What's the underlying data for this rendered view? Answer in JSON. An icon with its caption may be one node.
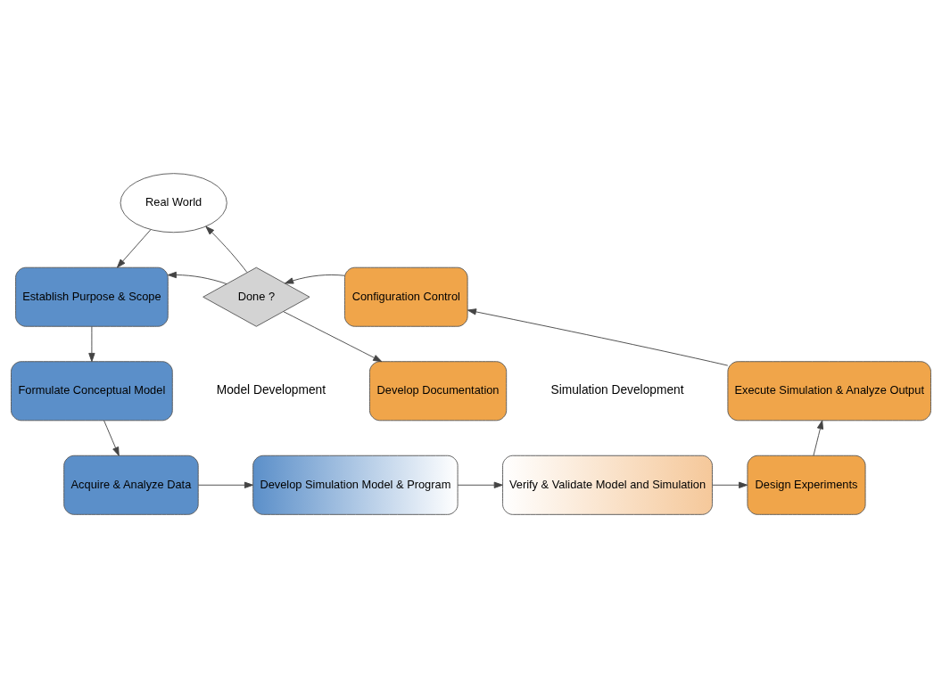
{
  "diagram": {
    "nodes": [
      {
        "text": [
          "Real World"
        ]
      },
      {
        "text": [
          "Establish Purpose & Scope"
        ]
      },
      {
        "text": [
          "Formulate Conceptual Model"
        ]
      },
      {
        "text": [
          "Acquire & Analyze Data"
        ]
      },
      {
        "text": [
          "Develop Simulation Model & Program"
        ]
      },
      {
        "text": [
          "Verify & Validate Model and Simulation"
        ]
      },
      {
        "text": [
          "Design Experiments"
        ]
      },
      {
        "text": [
          "Execute Simulation & Analyze Output"
        ]
      },
      {
        "text": [
          "Configuration Control"
        ]
      },
      {
        "text": [
          "Done ?"
        ]
      },
      {
        "text": [
          "Develop Documentation"
        ]
      }
    ],
    "edges": [
      {
        "from": 0,
        "to": 1,
        "arrow": "to"
      },
      {
        "from": 1,
        "to": 2,
        "arrow": "to"
      },
      {
        "from": 2,
        "to": 3,
        "arrow": "to"
      },
      {
        "from": 3,
        "to": 4,
        "arrow": "to"
      },
      {
        "from": 4,
        "to": 5,
        "arrow": "to"
      },
      {
        "from": 5,
        "to": 6,
        "arrow": "to"
      },
      {
        "from": 6,
        "to": 7,
        "arrow": "to"
      },
      {
        "from": 7,
        "to": 8,
        "arrow": "to"
      },
      {
        "from": 8,
        "to": 9,
        "arrow": "to"
      },
      {
        "from": 9,
        "to": 1,
        "arrow": "to"
      },
      {
        "from": 9,
        "to": 0,
        "arrow": "to"
      },
      {
        "from": 9,
        "to": 10,
        "arrow": "to"
      }
    ],
    "labels": [
      "Model Development",
      "Simulation Development"
    ]
  }
}
